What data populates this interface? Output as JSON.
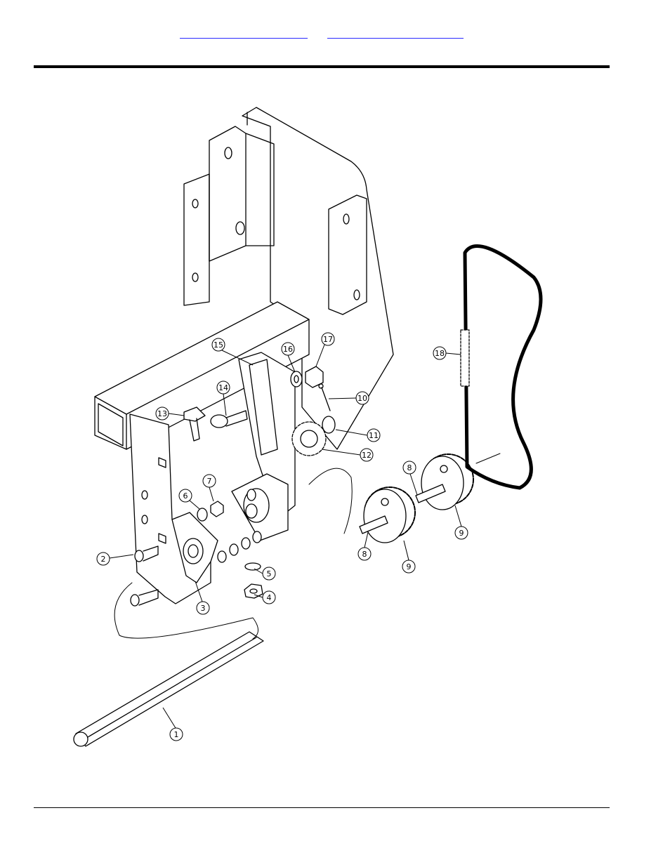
{
  "header": {
    "links": [
      {
        "label": ""
      },
      {
        "label": ""
      }
    ]
  },
  "diagram": {
    "callouts": [
      {
        "n": "1"
      },
      {
        "n": "2"
      },
      {
        "n": "3"
      },
      {
        "n": "4"
      },
      {
        "n": "5"
      },
      {
        "n": "6"
      },
      {
        "n": "7"
      },
      {
        "n": "8"
      },
      {
        "n": "9"
      },
      {
        "n": "10"
      },
      {
        "n": "11"
      },
      {
        "n": "12"
      },
      {
        "n": "13"
      },
      {
        "n": "14"
      },
      {
        "n": "15"
      },
      {
        "n": "16"
      },
      {
        "n": "17"
      },
      {
        "n": "18"
      },
      {
        "n": "8"
      },
      {
        "n": "9"
      }
    ]
  }
}
